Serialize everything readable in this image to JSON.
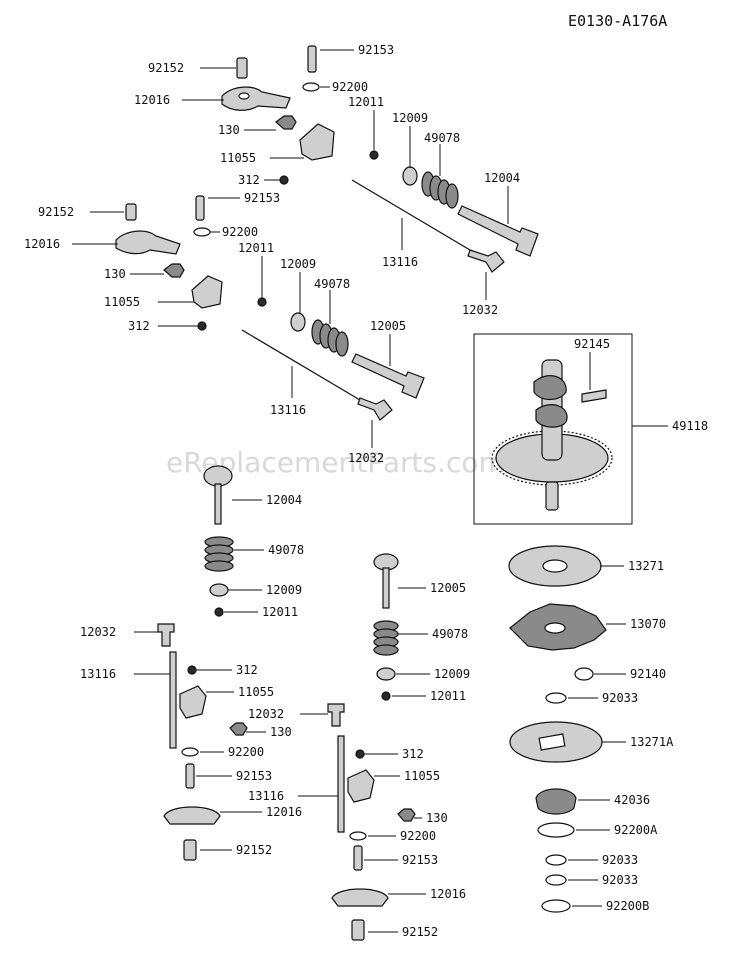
{
  "diagram_code": "E0130-A176A",
  "watermark": "eReplacementParts.com",
  "callouts": [
    "92153",
    "92200",
    "92152",
    "12016",
    "12011",
    "130",
    "12009",
    "49078",
    "11055",
    "312",
    "12004",
    "92153",
    "92152",
    "92200",
    "12016",
    "12011",
    "130",
    "12009",
    "49078",
    "11055",
    "312",
    "13116",
    "12032",
    "12005",
    "13116",
    "12032",
    "92145",
    "49118",
    "12004",
    "49078",
    "12009",
    "12011",
    "12005",
    "13271",
    "12032",
    "49078",
    "13070",
    "13116",
    "312",
    "12009",
    "92140",
    "11055",
    "12011",
    "92033",
    "12032",
    "130",
    "92200",
    "13271A",
    "92153",
    "312",
    "12016",
    "13116",
    "11055",
    "42036",
    "130",
    "92152",
    "92200",
    "92200A",
    "92153",
    "92033",
    "92033",
    "12016",
    "92200B",
    "92152"
  ]
}
